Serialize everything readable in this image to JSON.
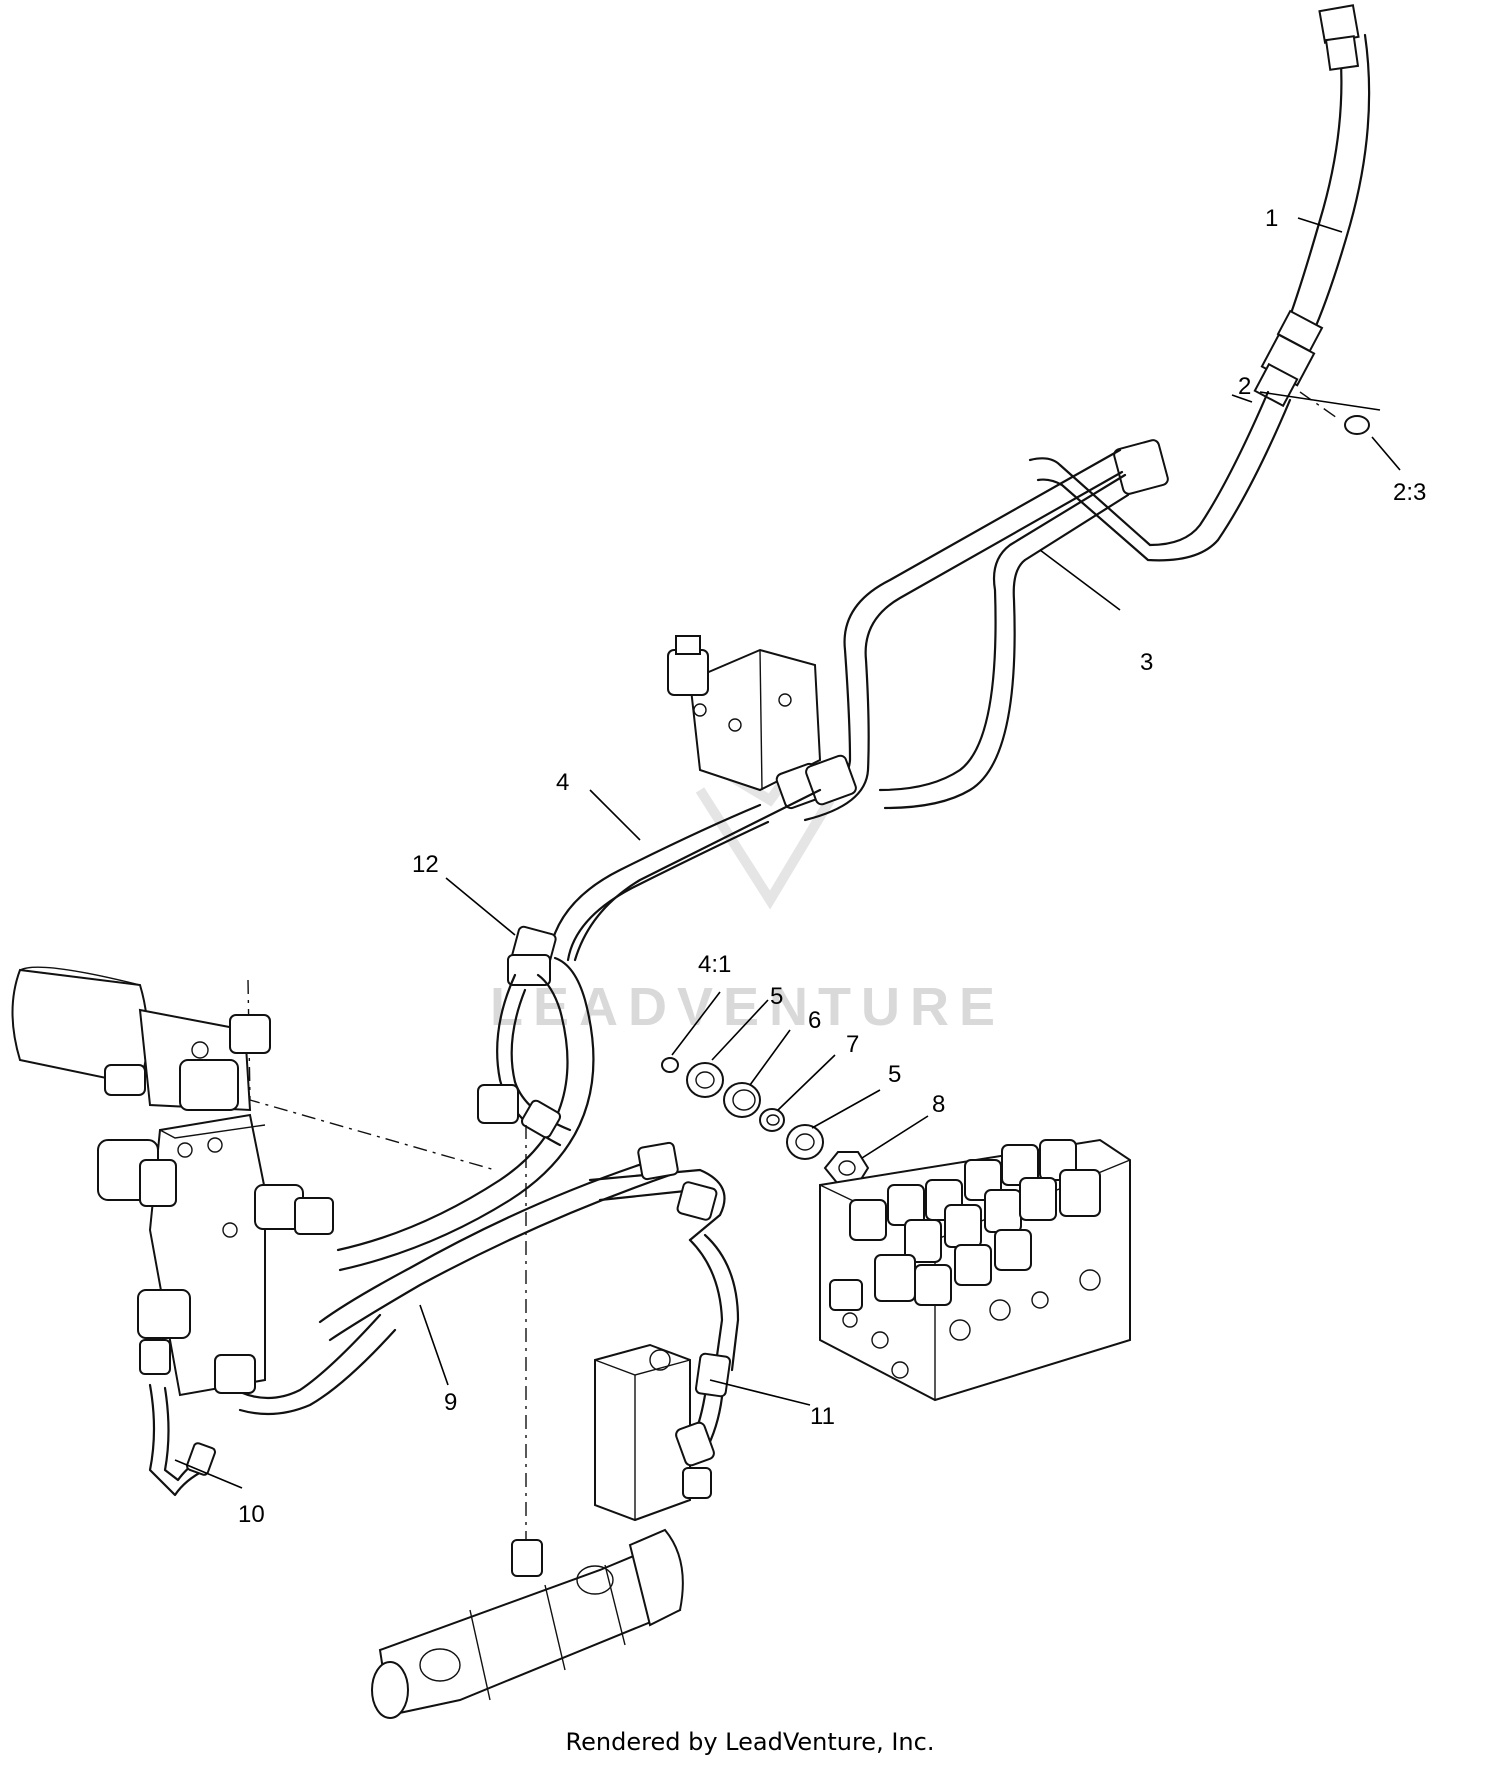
{
  "diagram": {
    "watermark": "LEADVENTURE",
    "callouts": {
      "c1": "1",
      "c2": "2",
      "c2_3": "2:3",
      "c3": "3",
      "c4": "4",
      "c12": "12",
      "c4_1": "4:1",
      "c5a": "5",
      "c6": "6",
      "c7": "7",
      "c5b": "5",
      "c8": "8",
      "c9": "9",
      "c10": "10",
      "c11": "11"
    }
  },
  "footer": "Rendered by LeadVenture, Inc."
}
